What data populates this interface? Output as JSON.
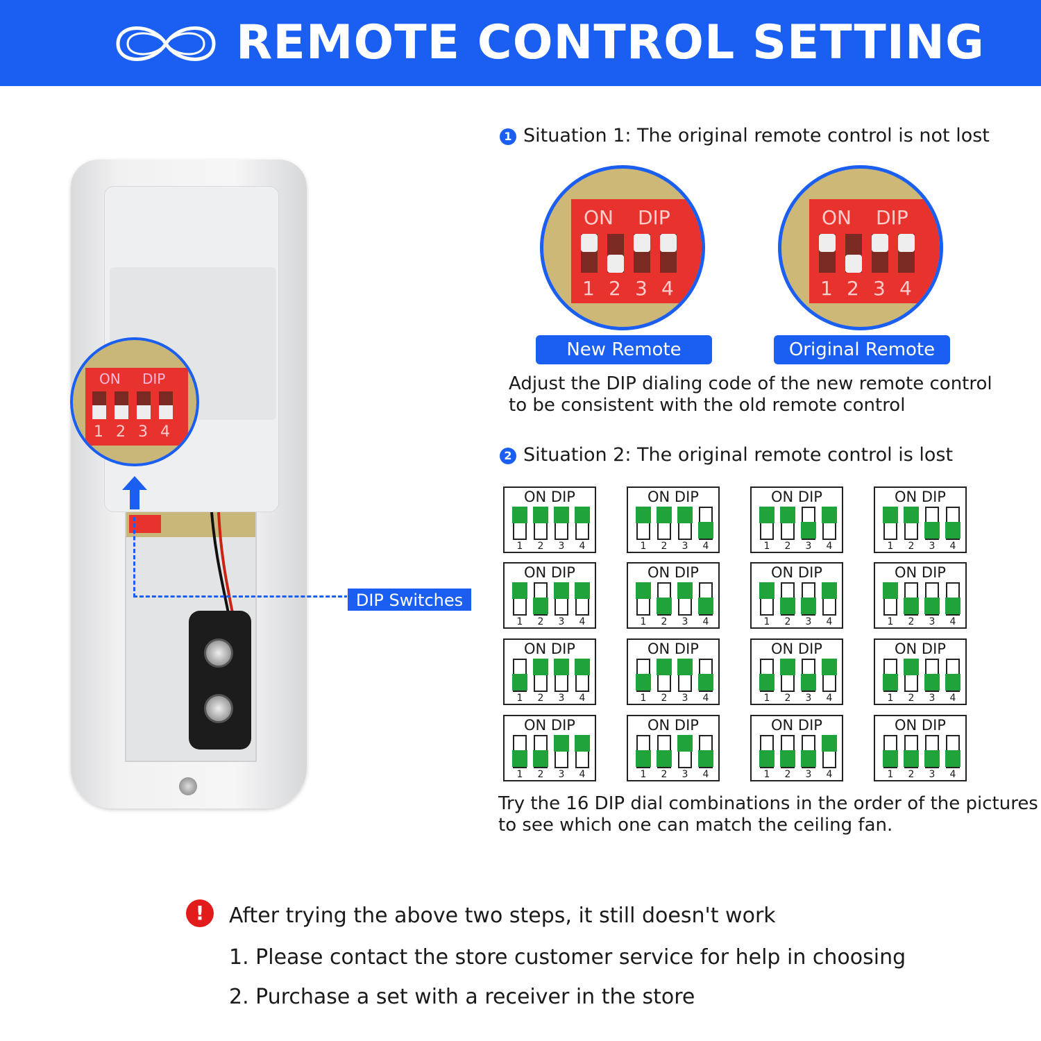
{
  "header": {
    "title": "REMOTE CONTROL SETTING",
    "logo_icon": "infinity-icon",
    "color": "#1b5ef2"
  },
  "remote_image": {
    "callout": "DIP Switches",
    "magnifier": {
      "on": "ON",
      "dip": "DIP",
      "states": [
        false,
        false,
        false,
        false
      ]
    }
  },
  "situation1": {
    "number": "1",
    "title": "Situation 1: The original remote control is not lost",
    "photos": [
      {
        "label": "New Remote",
        "states": [
          true,
          false,
          true,
          true
        ]
      },
      {
        "label": "Original Remote",
        "states": [
          true,
          false,
          true,
          true
        ]
      }
    ],
    "switch_text": {
      "on": "ON",
      "dip": "DIP"
    },
    "description_line1": "Adjust the DIP dialing code of the new remote control",
    "description_line2": "to be consistent with the old remote control"
  },
  "situation2": {
    "number": "2",
    "title": "Situation 2: The original remote control is lost",
    "header": "ON DIP",
    "numbers": [
      "1",
      "2",
      "3",
      "4"
    ],
    "on_color": "#1fa33a",
    "combinations": [
      "1111",
      "1110",
      "1101",
      "1100",
      "1011",
      "1010",
      "1001",
      "1000",
      "0111",
      "0110",
      "0101",
      "0100",
      "0011",
      "0010",
      "0001",
      "0000"
    ],
    "description_line1": "Try the 16 DIP dial combinations in the order of the pictures",
    "description_line2": "to see which one can match the ceiling fan."
  },
  "notice": {
    "icon": "exclamation-icon",
    "mark": "!",
    "title": "After trying the above two steps, it still doesn't work",
    "steps": [
      "1. Please contact the store customer service for help in choosing",
      "2. Purchase a set with a receiver in the store"
    ]
  }
}
